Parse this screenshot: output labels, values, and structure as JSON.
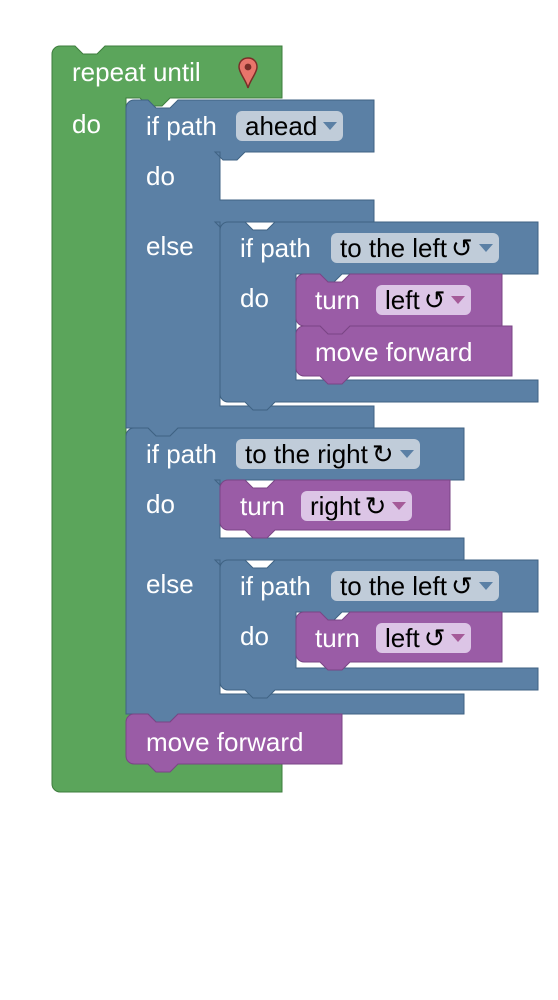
{
  "colors": {
    "loop_block": "#5ba55b",
    "logic_block": "#5b80a5",
    "action_block": "#9a5ca6",
    "logic_field": "#c0ccd9",
    "action_field": "#dcc5e6",
    "marker": "#e8756b"
  },
  "repeat": {
    "label": "repeat until",
    "marker_icon": "map-marker-icon",
    "do_label": "do"
  },
  "if_ahead": {
    "label": "if path",
    "dropdown": "ahead",
    "do_label": "do",
    "else_label": "else"
  },
  "if_left_1": {
    "label": "if path",
    "dropdown": "to the left",
    "dropdown_icon": "↺",
    "do_label": "do"
  },
  "turn_left_1": {
    "label": "turn",
    "dropdown": "left",
    "dropdown_icon": "↺"
  },
  "move_forward_1": {
    "label": "move forward"
  },
  "if_right": {
    "label": "if path",
    "dropdown": "to the right",
    "dropdown_icon": "↻",
    "do_label": "do",
    "else_label": "else"
  },
  "turn_right": {
    "label": "turn",
    "dropdown": "right",
    "dropdown_icon": "↻"
  },
  "if_left_2": {
    "label": "if path",
    "dropdown": "to the left",
    "dropdown_icon": "↺",
    "do_label": "do"
  },
  "turn_left_2": {
    "label": "turn",
    "dropdown": "left",
    "dropdown_icon": "↺"
  },
  "move_forward_2": {
    "label": "move forward"
  }
}
